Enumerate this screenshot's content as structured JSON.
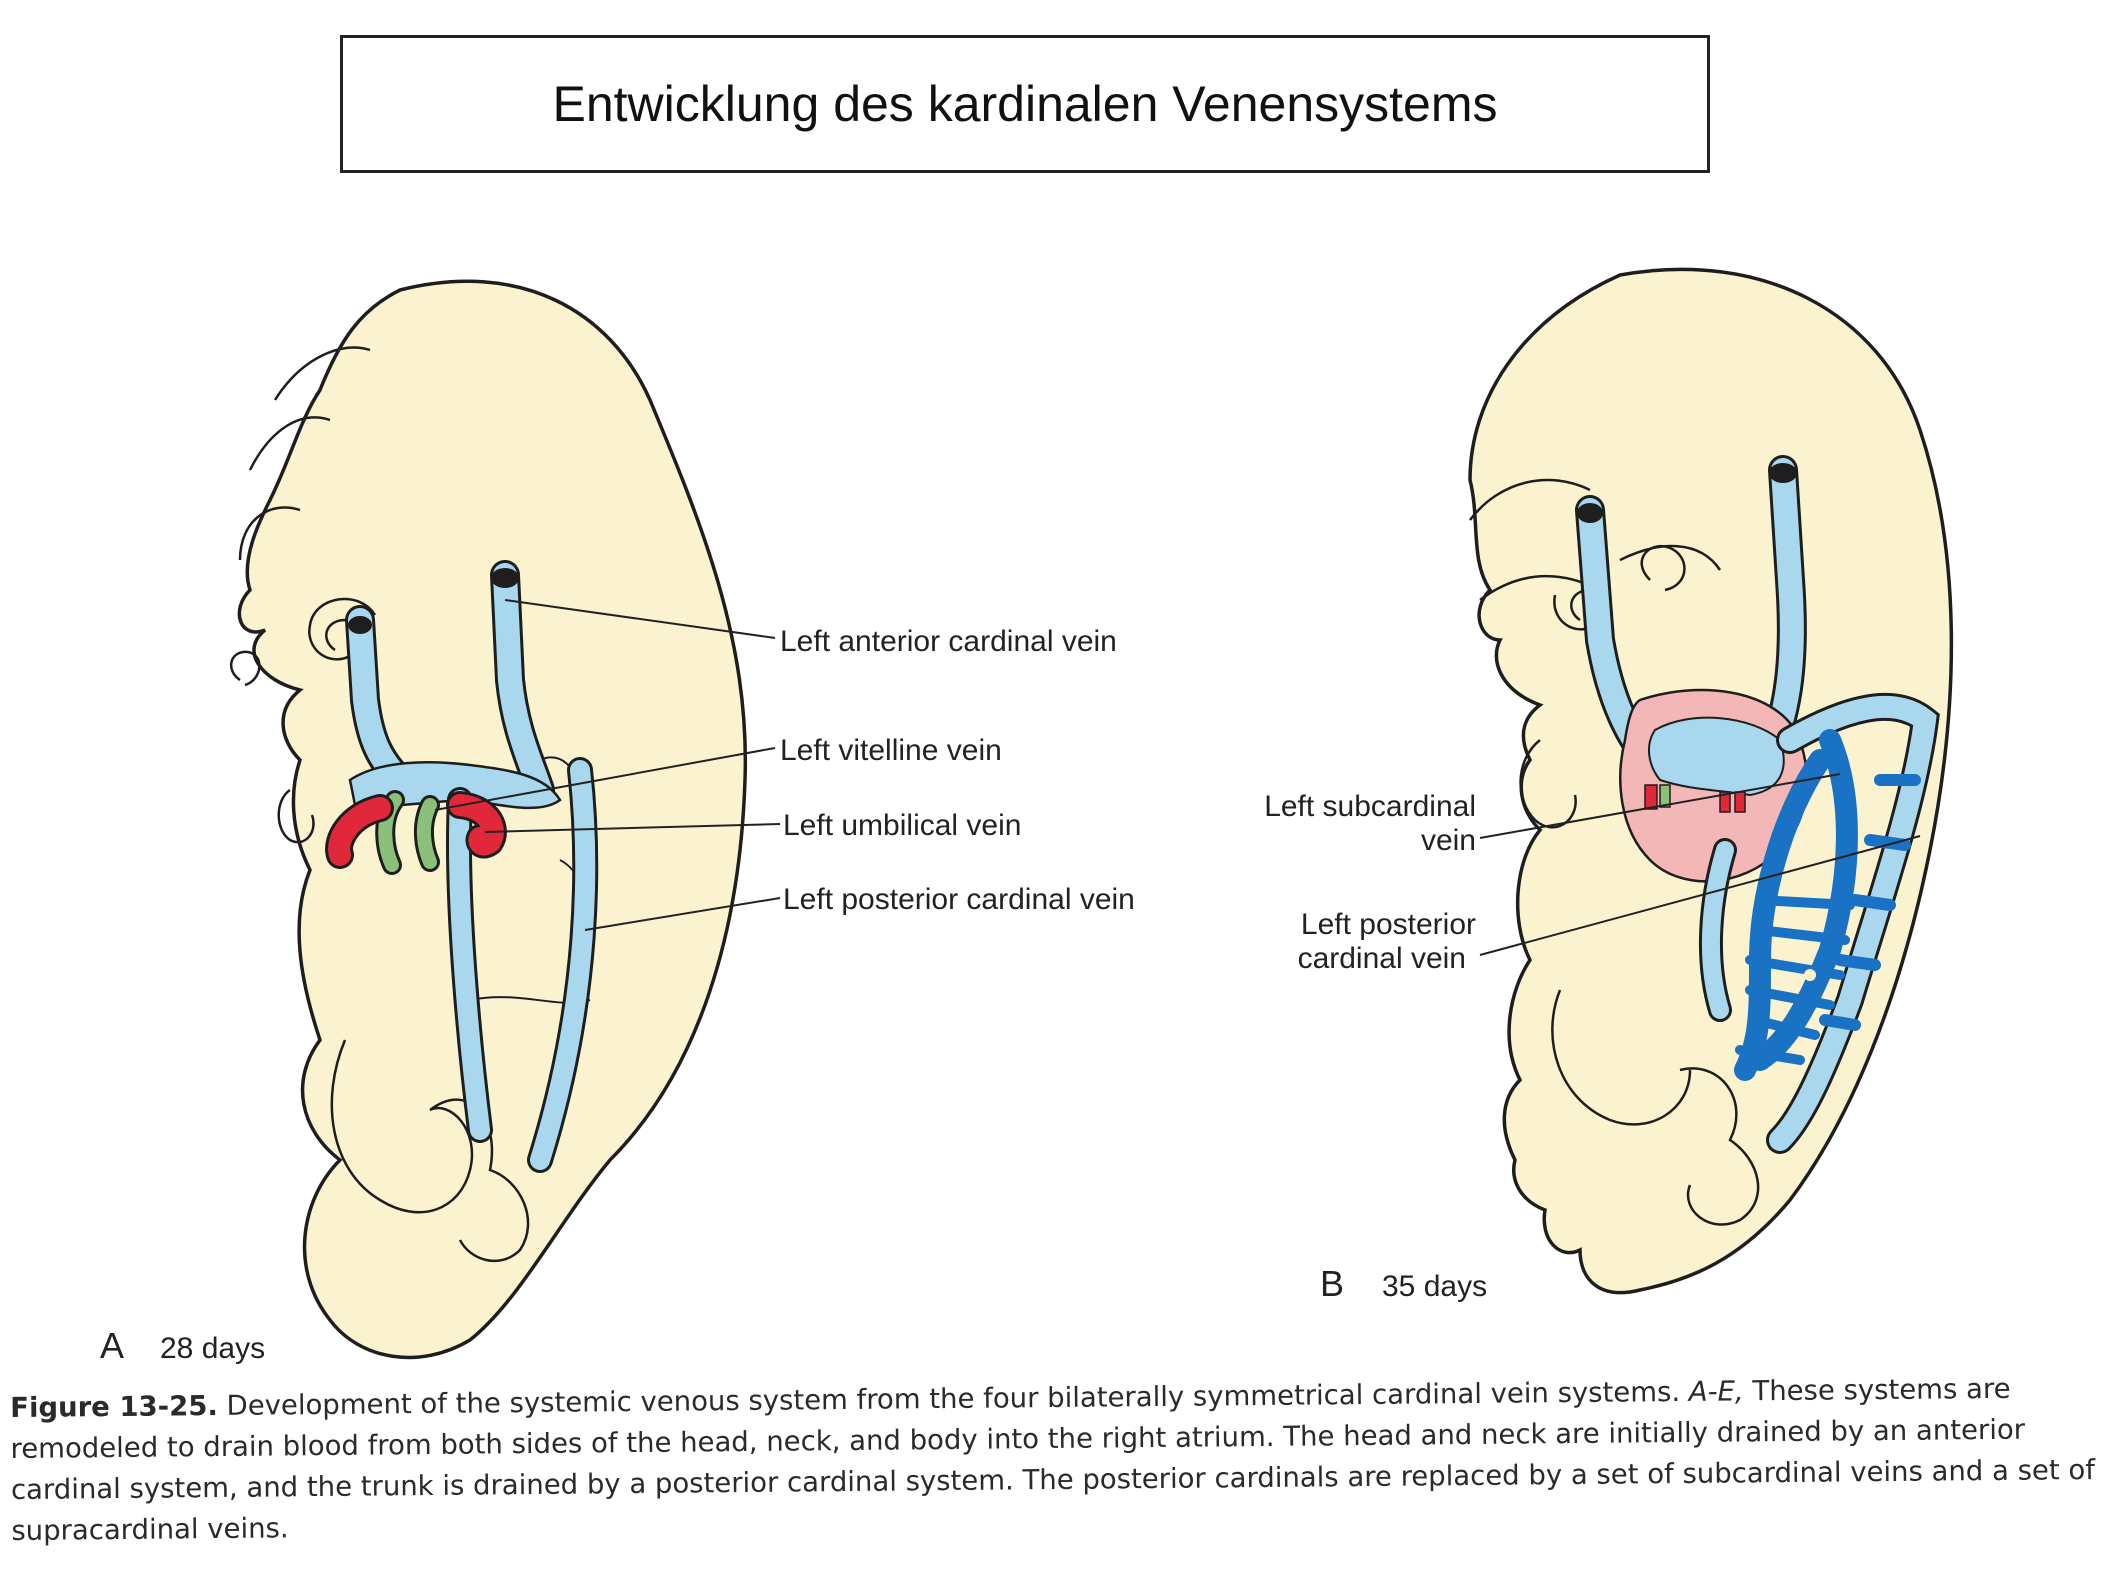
{
  "title": "Entwicklung des kardinalen Venensystems",
  "panel_a": {
    "letter": "A",
    "age": "28 days",
    "labels": {
      "anterior_cardinal": "Left anterior cardinal vein",
      "vitelline": "Left vitelline vein",
      "umbilical": "Left umbilical vein",
      "posterior_cardinal": "Left posterior cardinal vein"
    }
  },
  "panel_b": {
    "letter": "B",
    "age": "35 days",
    "labels": {
      "subcardinal_1": "Left subcardinal",
      "subcardinal_2": "vein",
      "posterior_cardinal_1": "Left posterior",
      "posterior_cardinal_2": "cardinal vein"
    }
  },
  "caption": {
    "figure_label": "Figure 13-25.",
    "text_before": " Development of the systemic venous system from the four bilaterally symmetrical cardinal vein systems. ",
    "italic_range": "A-E,",
    "text_after": " These systems are remodeled to drain blood from both sides of the head, neck, and body into the right atrium. The head and neck are initially drained by an anterior cardinal system, and the trunk is drained by a posterior cardinal system. The posterior cardinals are replaced by a set of subcardinal veins and a set of supracardinal veins."
  },
  "colors": {
    "embryo_fill": "#fbf3cf",
    "vein_light_blue": "#a9d8ee",
    "vein_dark_blue": "#1a72c4",
    "vitelline_green": "#8cc07a",
    "umbilical_red": "#e0283a",
    "heart_pink": "#f3b7b7",
    "outline": "#1e1e1e"
  }
}
